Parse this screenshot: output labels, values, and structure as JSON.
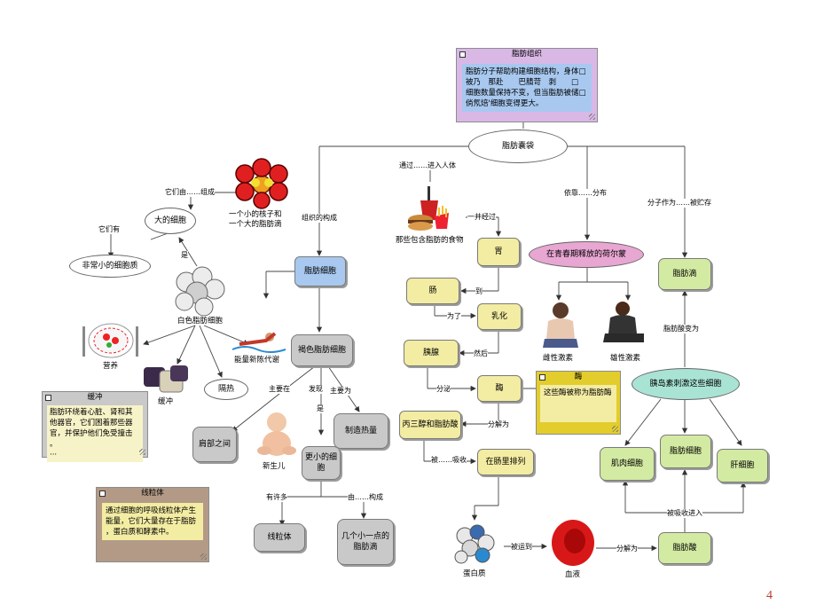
{
  "notes": {
    "fat_tissue": {
      "title": "脂肪组织",
      "text": "脂肪分子帮助构建细胞结构，身体□\n被乃　那赴　　巴腈苛　剥　　□\n细胞数量保持不变，但当脂肪被储□\n倘氖焙'细胞变得更大。"
    },
    "buffer": {
      "title": "缓冲",
      "text": "脂肪环绕着心脏、肾和其\n他器官，它们困着那些器\n官，并保护他们免受撞击\n。\n···"
    },
    "mito": {
      "title": "线粒体",
      "text": "通过细胞的呼吸线粒体产生\n能量，它们大量存在于脂肪\n，蛋白质和酵素中。"
    },
    "enzyme": {
      "title": "酶",
      "text": "这些酶被称为脂肪酶"
    }
  },
  "nodes": {
    "fat_root": "脂肪囊袋",
    "big_cell": "大的细胞",
    "tiny_cell": "非常小的细胞质",
    "fat_cell": "脂肪细胞",
    "brown_fat": "褐色脂肪细胞",
    "shoulder": "肩部之间",
    "smaller_cell": "更小的细\n胞",
    "make_heat": "制造热量",
    "mitochondria": "线粒体",
    "droplets": "几个小一点的\n脂肪滴",
    "insulate": "隔热",
    "stomach": "胃",
    "intestine": "肠",
    "emulsify": "乳化",
    "pancreas": "胰腺",
    "enzyme": "酶",
    "triglyceride": "丙三醇和脂肪酸",
    "in_intestine": "在肠里排列",
    "hormone": "在青春期释放的荷尔蒙",
    "fat_droplet": "脂肪滴",
    "insulin": "胰岛素刺激这些细胞",
    "muscle_cell": "肌肉细胞",
    "fat_cell2": "脂肪细胞",
    "liver_cell": "肝细胞",
    "fatty_acid": "脂肪酸"
  },
  "labels": {
    "composed_of": "它们由……组成",
    "they_have": "它们有",
    "is": "是",
    "tissue_form": "组织的构成",
    "enter_body": "通过……进入人体",
    "via_once": "一并经过",
    "to": "到",
    "for": "为了",
    "then": "然后",
    "secrete": "分泌",
    "decomp": "分解为",
    "absorbed": "被……吸收",
    "depends": "依靠……分布",
    "stored_as": "分子作为……被贮存",
    "decomp_fa": "脂肪酸变为",
    "mainly_in": "主要在",
    "develop": "发现",
    "is2": "是",
    "mainly_for": "主要为",
    "many": "有许多",
    "from": "由……构成",
    "carried": "被运到",
    "decomp2": "分解为",
    "absorbed_into": "被吸收进入"
  },
  "captions": {
    "cell_molecule": "一个小的核子和\n一个大的脂肪滴",
    "white_fat": "白色脂肪细胞",
    "nutrition": "营养",
    "buffer_cap": "缓冲",
    "energy": "能量新陈代谢",
    "newborn": "新生儿",
    "food": "那些包含脂肪的食物",
    "female": "雌性激素",
    "male": "雄性激素",
    "protein": "蛋白质",
    "blood": "血液"
  },
  "page_number": "4",
  "colors": {
    "yellow": "#f3eca3",
    "green": "#d3eaa2",
    "gray": "#c9c9c9",
    "blue": "#a8c8ef",
    "pink": "#e8a6d2",
    "teal": "#a9e3d4",
    "note_purple": "#d9b8e6",
    "note_tan": "#b39a87"
  }
}
